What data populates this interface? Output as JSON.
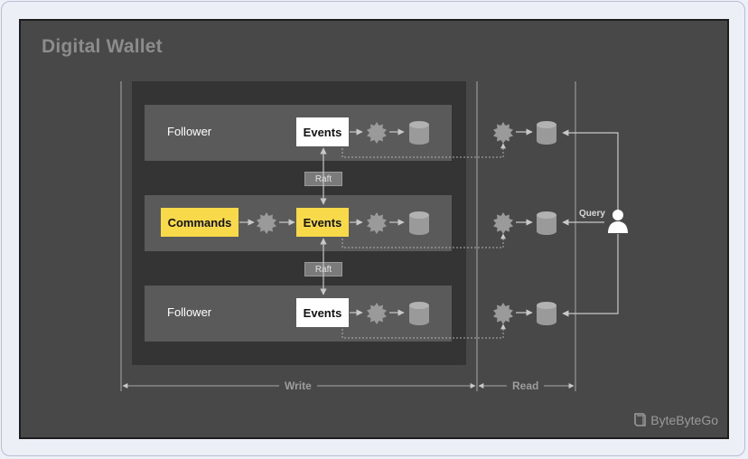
{
  "title": "Digital Wallet",
  "sections": {
    "write": "Write",
    "read": "Read"
  },
  "rows": [
    {
      "label": "Follower",
      "events": "Events"
    },
    {
      "label": "",
      "commands": "Commands",
      "events": "Events"
    },
    {
      "label": "Follower",
      "events": "Events"
    }
  ],
  "raft_labels": [
    "Raft",
    "Raft"
  ],
  "query_label": "Query",
  "brand": "ByteByteGo",
  "icons": [
    "gear-icon",
    "database-icon",
    "user-icon",
    "bytebytego-logo-icon"
  ],
  "colors": {
    "panel_bg": "#484848",
    "cluster_bg": "#343434",
    "row_bg": "#5a5a5a",
    "commands": "#f7d94a",
    "events": "#ffffff",
    "arrow": "#c8c8c8"
  }
}
